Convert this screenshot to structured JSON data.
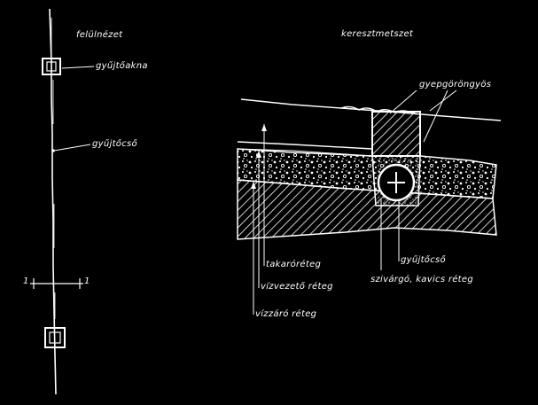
{
  "plan": {
    "title": "felülnézet",
    "label_gyujtoakna": "gyűjtőakna",
    "label_gyujtocso": "gyűjtőcső",
    "section_mark_left": "1",
    "section_mark_right": "1"
  },
  "section": {
    "title": "keresztmetszet",
    "label_gyepburkolat": "gyepgöröngyös",
    "label_takaroreteg": "takaróréteg",
    "label_vizvezeto": "vízvezető réteg",
    "label_vizzaro": "vízzáró réteg",
    "label_gyujtocso": "gyűjtőcső",
    "label_szivarog": "szivárgó, kavics réteg"
  },
  "colors": {
    "background": "#000000",
    "ink": "#ffffff"
  }
}
